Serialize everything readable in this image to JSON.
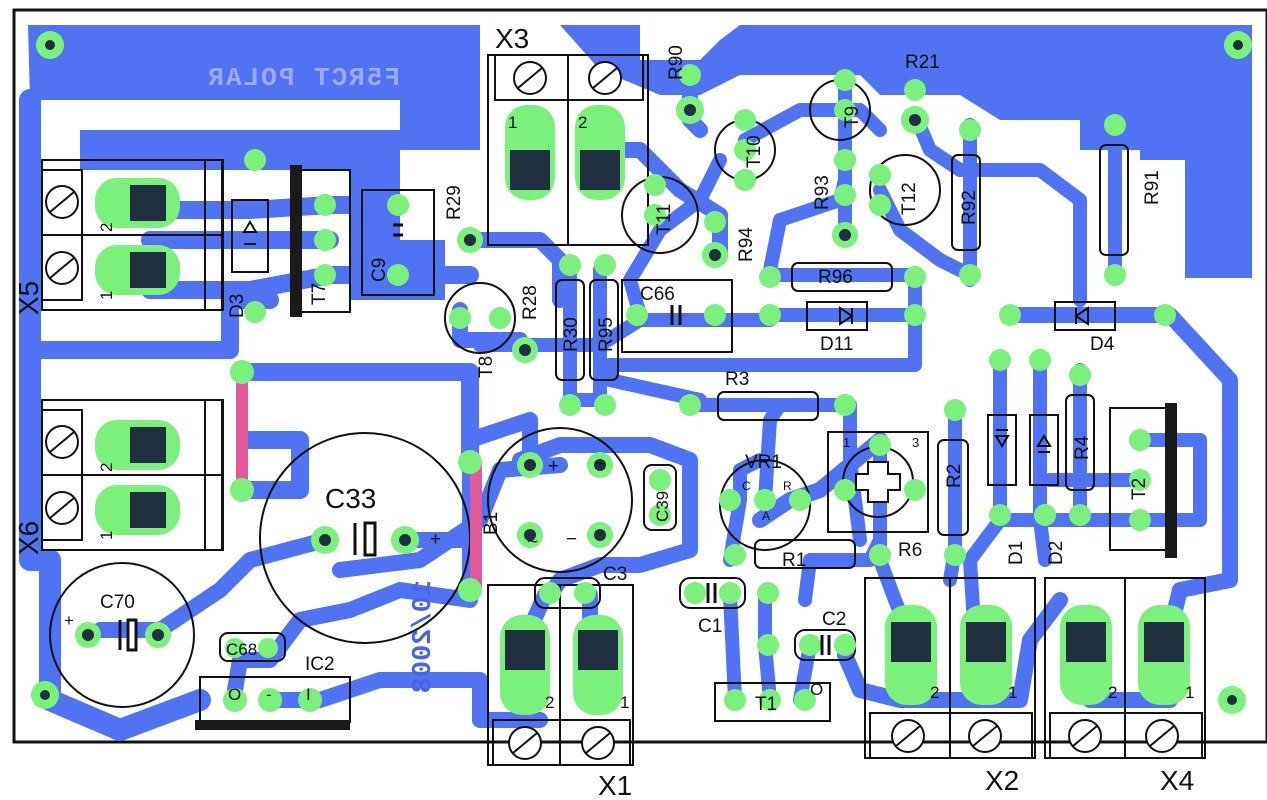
{
  "board": {
    "title_mirrored": "F5RCT POLAR",
    "date_mirrored": "10/2008"
  },
  "colors": {
    "copper": "#4f73f2",
    "pad": "#7cf07c",
    "via": "#6fe3e0",
    "pad_dark": "#203040",
    "jumper": "#e05a9a",
    "outline": "#111111"
  },
  "connectors": {
    "x1": {
      "label": "X1",
      "pin_a": "2",
      "pin_b": "1"
    },
    "x2": {
      "label": "X2",
      "pin_a": "2",
      "pin_b": "1"
    },
    "x3": {
      "label": "X3",
      "pin_a": "1",
      "pin_b": "2"
    },
    "x4": {
      "label": "X4",
      "pin_a": "2",
      "pin_b": "1"
    },
    "x5": {
      "label": "X5",
      "pin_a": "2",
      "pin_b": "1"
    },
    "x6": {
      "label": "X6",
      "pin_a": "2",
      "pin_b": "1"
    }
  },
  "resistors": [
    "R1",
    "R2",
    "R3",
    "R4",
    "R6",
    "R21",
    "R28",
    "R29",
    "R30",
    "R90",
    "R91",
    "R92",
    "R93",
    "R94",
    "R95",
    "R96"
  ],
  "capacitors": [
    "C1",
    "C2",
    "C3",
    "C9",
    "C33",
    "C39",
    "C66",
    "C68",
    "C70"
  ],
  "diodes": [
    "D1",
    "D2",
    "D3",
    "D4",
    "D11"
  ],
  "transistors": [
    "T1",
    "T2",
    "T7",
    "T8",
    "T9",
    "T10",
    "T11",
    "T12"
  ],
  "misc": {
    "ic": "IC2",
    "bridge": "B1",
    "trimmer": "VR1",
    "vr_c": "C",
    "vr_r": "R",
    "vr_a": "A",
    "vr_pin1": "1",
    "vr_pin3": "3",
    "ic_pins": [
      "O",
      "-",
      "I"
    ],
    "bridge_plus": "+",
    "bridge_minus": "−",
    "bridge_ac": "~",
    "cap_plus": "+",
    "t1_o": "O"
  }
}
